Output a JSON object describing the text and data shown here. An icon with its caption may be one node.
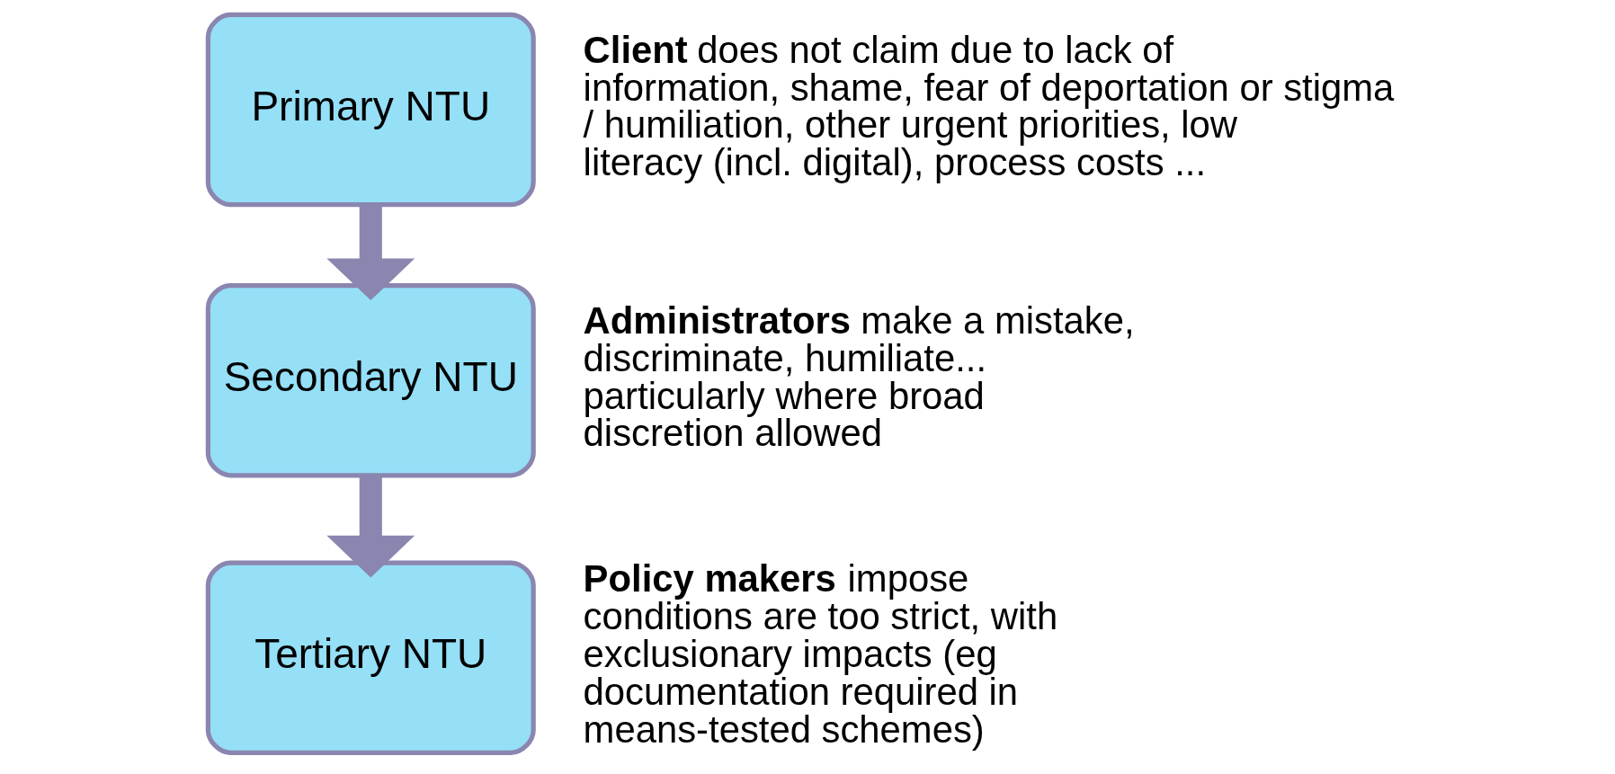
{
  "diagram": {
    "nodes": [
      {
        "text": [
          "Primary NTU"
        ],
        "beside": [
          "**Client** does not claim due to lack of information, shame, fear of deportation or stigma / humiliation, other urgent priorities, low literacy (incl. digital), process costs ..."
        ]
      },
      {
        "text": [
          "Secondary NTU"
        ],
        "beside": [
          "**Administrators** make a mistake, discriminate, humiliate... particularly where broad discretion allowed"
        ]
      },
      {
        "text": [
          "Tertiary NTU"
        ],
        "beside": [
          "**Policy makers** impose conditions are too strict, with exclusionary impacts (eg documentation required in means-tested schemes)"
        ]
      }
    ],
    "edges": [
      {
        "from": 0,
        "to": 1,
        "arrow": "to"
      },
      {
        "from": 1,
        "to": 2,
        "arrow": "to"
      }
    ]
  }
}
